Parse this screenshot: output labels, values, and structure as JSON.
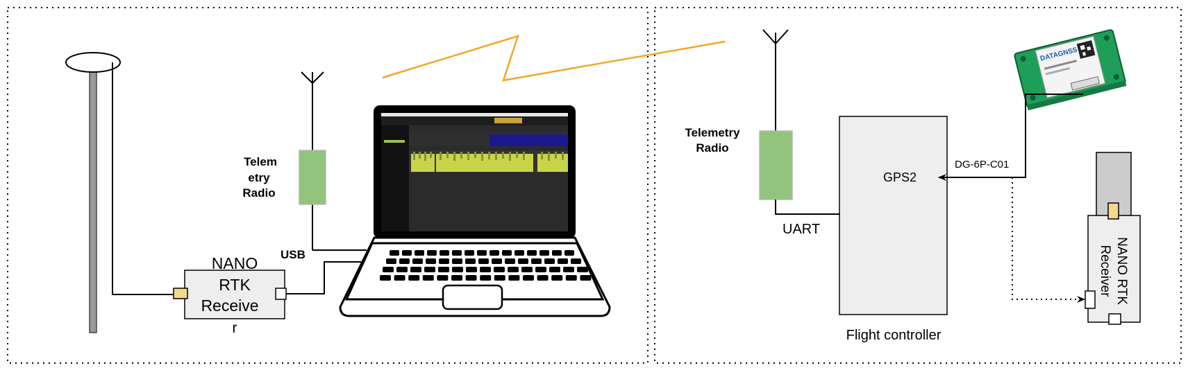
{
  "left_panel": {
    "telemetry_radio_lines": [
      "Telem",
      "etry",
      "Radio"
    ],
    "usb_label": "USB",
    "nano_rtk_lines": [
      "NANO",
      "RTK",
      "Receive",
      "r"
    ]
  },
  "right_panel": {
    "telemetry_radio_lines": [
      "Telemetry",
      "Radio"
    ],
    "uart_label": "UART",
    "gps2_label": "GPS2",
    "cable_label": "DG-6P-C01",
    "flight_controller_label": "Flight controller",
    "nano_rtk_receiver_lines": [
      "NANO RTK",
      "Receiver"
    ],
    "module_brand_text": "DATAGNSS"
  },
  "colors": {
    "radio_green": "#93c47d",
    "box_fill": "#eeeeee",
    "link_orange": "#f5a623",
    "connector_yellow": "#f2d98c",
    "laptop_screen": "#2b2b2b",
    "plot_yellow": "#c8d44a",
    "plot_blue": "#1a1a8f",
    "module_green": "#1f9e5a"
  }
}
